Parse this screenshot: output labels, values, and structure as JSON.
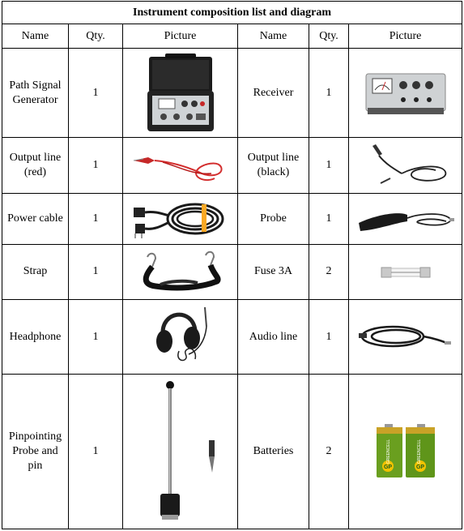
{
  "table": {
    "title": "Instrument composition list and diagram",
    "headers": {
      "name_left": "Name",
      "qty_left": "Qty.",
      "picture_left": "Picture",
      "name_right": "Name",
      "qty_right": "Qty.",
      "picture_right": "Picture"
    },
    "rows": [
      {
        "left_name": "Path Signal Generator",
        "left_qty": "1",
        "left_icon": "signal-generator-case",
        "right_name": "Receiver",
        "right_qty": "1",
        "right_icon": "receiver-unit"
      },
      {
        "left_name": "Output line (red)",
        "left_qty": "1",
        "left_icon": "red-clip-lead",
        "right_name": "Output line (black)",
        "right_qty": "1",
        "right_icon": "black-clip-lead"
      },
      {
        "left_name": "Power cable",
        "left_qty": "1",
        "left_icon": "power-cable",
        "right_name": "Probe",
        "right_qty": "1",
        "right_icon": "probe"
      },
      {
        "left_name": "Strap",
        "left_qty": "1",
        "left_icon": "strap",
        "right_name": "Fuse 3A",
        "right_qty": "2",
        "right_icon": "fuse"
      },
      {
        "left_name": "Headphone",
        "left_qty": "1",
        "left_icon": "headphone",
        "right_name": "Audio line",
        "right_qty": "1",
        "right_icon": "audio-cable"
      },
      {
        "left_name": "Pinpointing Probe and pin",
        "left_qty": "1",
        "left_icon": "pinpointing-probe",
        "right_name": "Batteries",
        "right_qty": "2",
        "right_icon": "batteries"
      }
    ],
    "battery_brand": "GP",
    "battery_label": "GREENCELL"
  }
}
